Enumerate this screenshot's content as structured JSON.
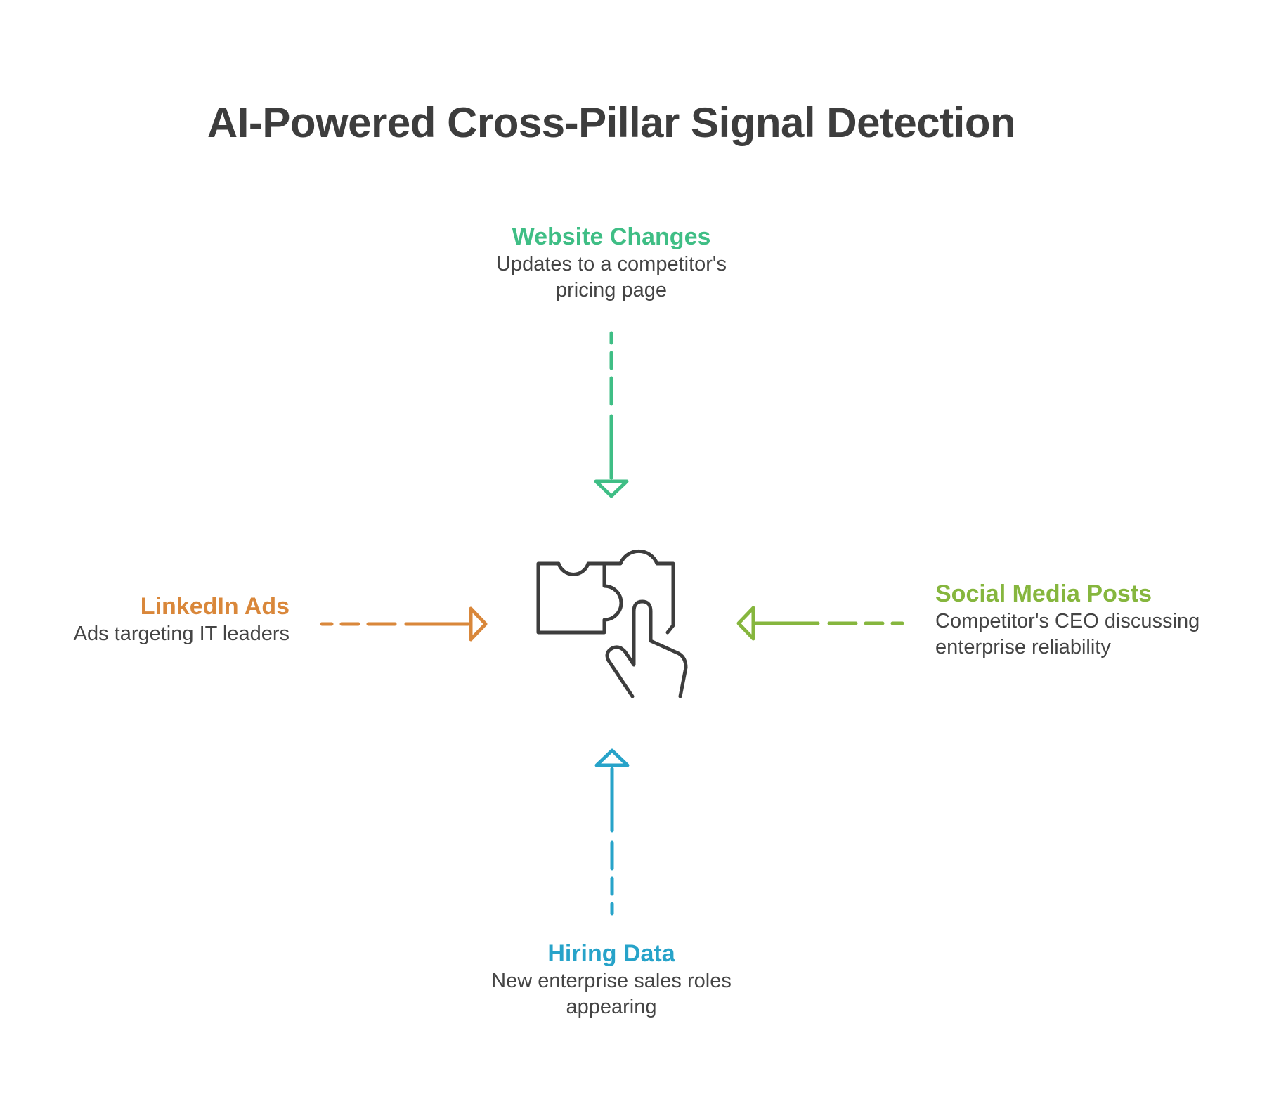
{
  "title": "AI-Powered Cross-Pillar Signal Detection",
  "colors": {
    "website": "#3fbe85",
    "hiring": "#27a3c9",
    "linkedin": "#d9873a",
    "social": "#86b63e",
    "icon": "#3d3d3d",
    "title": "#3d3d3d",
    "text": "#444444"
  },
  "center_icon": "puzzle-hand-icon",
  "signals": {
    "website": {
      "heading": "Website Changes",
      "description_line1": "Updates to a competitor's",
      "description_line2": "pricing page"
    },
    "hiring": {
      "heading": "Hiring Data",
      "description_line1": "New enterprise sales roles",
      "description_line2": "appearing"
    },
    "linkedin": {
      "heading": "LinkedIn Ads",
      "description_line1": "Ads targeting IT leaders"
    },
    "social": {
      "heading": "Social Media Posts",
      "description_line1": "Competitor's CEO discussing",
      "description_line2": "enterprise reliability"
    }
  }
}
